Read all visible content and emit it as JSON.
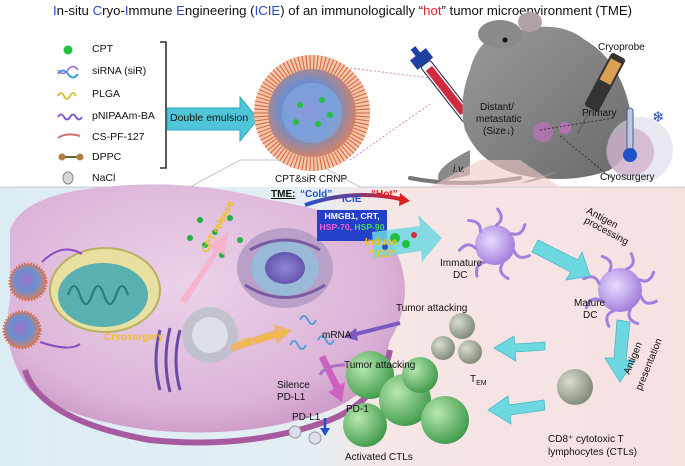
{
  "title": {
    "l1": "I",
    "r1": "n-situ ",
    "l2": "C",
    "r2": "ryo-",
    "l3": "I",
    "r3": "mmune ",
    "l4": "E",
    "r4": "ngineering (",
    "abbr": "ICIE",
    "r5": ") of an immunologically “",
    "hot": "hot",
    "r6": "” tumor microenvironment (TME)"
  },
  "legend": [
    "CPT",
    "siRNA (siR)",
    "PLGA",
    "pNIPAAm-BA",
    "CS-PF-127",
    "DPPC",
    "NaCl"
  ],
  "labels": {
    "double_emulsion": "Double emulsion",
    "crnp": "CPT&siR CRNP",
    "cryoprobe": "Cryoprobe",
    "distant": "Distant/",
    "metastatic": "metastatic",
    "size": "(Size↓)",
    "primary": "Primary",
    "iv": "i.v.",
    "cryosurgery_top": "Cryosurgery",
    "tme": "TME:",
    "cold": "“Cold”",
    "hot": "“Hot”",
    "icie": "ICIE",
    "hmgb1": "HMGB1, CRT,",
    "hsp70": "HSP-70,",
    "hsp90": "HSP-90",
    "cpt_release": "CPT release",
    "cryosurgery_cell": "Cryosurgery",
    "sir_release": "siR release",
    "mrna": "mRNA",
    "silence": "Silence",
    "pdl1_a": "PD-L1",
    "pdl1_b": "PD-L1",
    "induce": "Induce",
    "icd": "“ICD”",
    "immature": "Immature",
    "dc1": "DC",
    "antigen": "Antigen",
    "processing": "processing",
    "mature": "Mature",
    "dc2": "DC",
    "antigen2": "Antigen",
    "presentation": "presentation",
    "tumor_attacking_1": "Tumor attacking",
    "tumor_attacking_2": "Tumor attacking",
    "tem": "T",
    "tem_sub": "EM",
    "pd1": "PD-1",
    "activated": "Activated CTLs",
    "cd8_l1": "CD8⁺ cytotoxic T",
    "cd8_l2": "lymphocytes (CTLs)"
  }
}
